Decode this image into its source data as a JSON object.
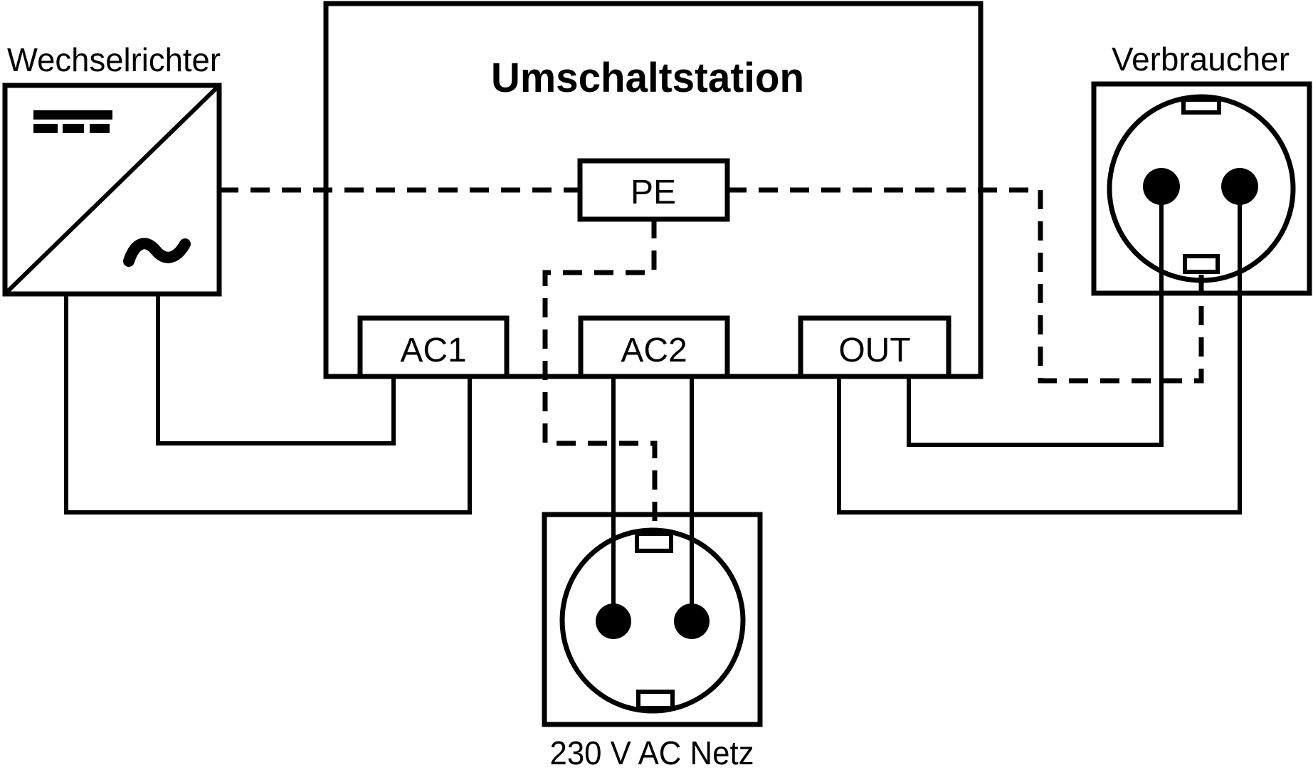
{
  "diagram": {
    "colors": {
      "line": "#000000",
      "background": "#ffffff"
    },
    "inverter": {
      "label": "Wechselrichter"
    },
    "switching_station": {
      "title": "Umschaltstation",
      "ports": {
        "pe": "PE",
        "ac1": "AC1",
        "ac2": "AC2",
        "out": "OUT"
      }
    },
    "consumer": {
      "label": "Verbraucher"
    },
    "grid": {
      "label": "230 V AC Netz"
    }
  }
}
